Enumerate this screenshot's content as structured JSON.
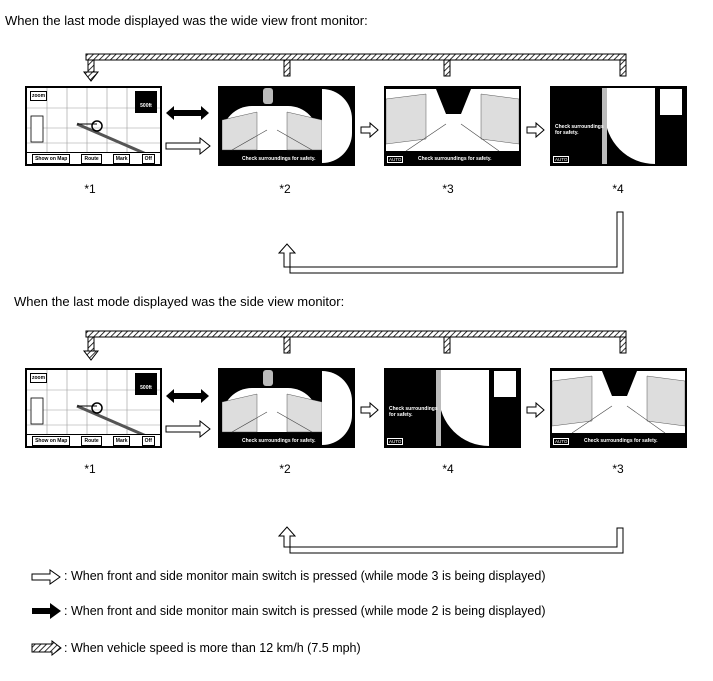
{
  "headings": {
    "front": "When the last mode displayed was the wide view front monitor:",
    "side": "When the last mode displayed was the side view monitor:"
  },
  "captions": {
    "row1": [
      "*1",
      "*2",
      "*3",
      "*4"
    ],
    "row2": [
      "*1",
      "*2",
      "*4",
      "*3"
    ]
  },
  "nav": {
    "zoom": "zoom",
    "distance": "500ft",
    "toolbar": [
      "Show on Map",
      "Route",
      "Mark",
      "Off"
    ]
  },
  "camera": {
    "check_safety": "Check surroundings for safety.",
    "check_short_1": "Check surroundings",
    "check_short_2": "for safety.",
    "auto": "AUTO"
  },
  "legend": {
    "hollow": ": When front and side monitor main switch is pressed (while mode 3 is being displayed)",
    "solid": ": When front and side monitor main switch is pressed (while mode 2 is being displayed)",
    "hatched": ": When vehicle speed is more than 12 km/h (7.5 mph)"
  }
}
